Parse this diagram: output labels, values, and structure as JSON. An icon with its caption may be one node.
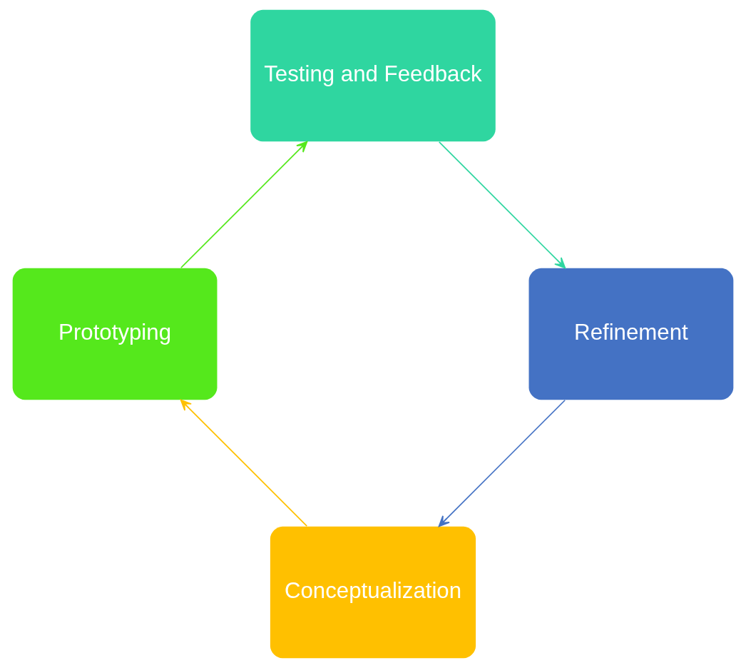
{
  "diagram": {
    "nodes": [
      {
        "text": [
          "Conceptualization"
        ]
      },
      {
        "text": [
          "Prototyping"
        ]
      },
      {
        "text": [
          "Testing and Feedback"
        ]
      },
      {
        "text": [
          "Refinement"
        ]
      }
    ],
    "edges": [
      {
        "from": 0,
        "to": 1,
        "arrow": "to",
        "color": "#ffc000"
      },
      {
        "from": 1,
        "to": 2,
        "arrow": "to",
        "color": "#55e81c"
      },
      {
        "from": 2,
        "to": 3,
        "arrow": "to",
        "color": "#2fd6a0"
      },
      {
        "from": 3,
        "to": 0,
        "arrow": "to",
        "color": "#4472c4"
      }
    ]
  }
}
